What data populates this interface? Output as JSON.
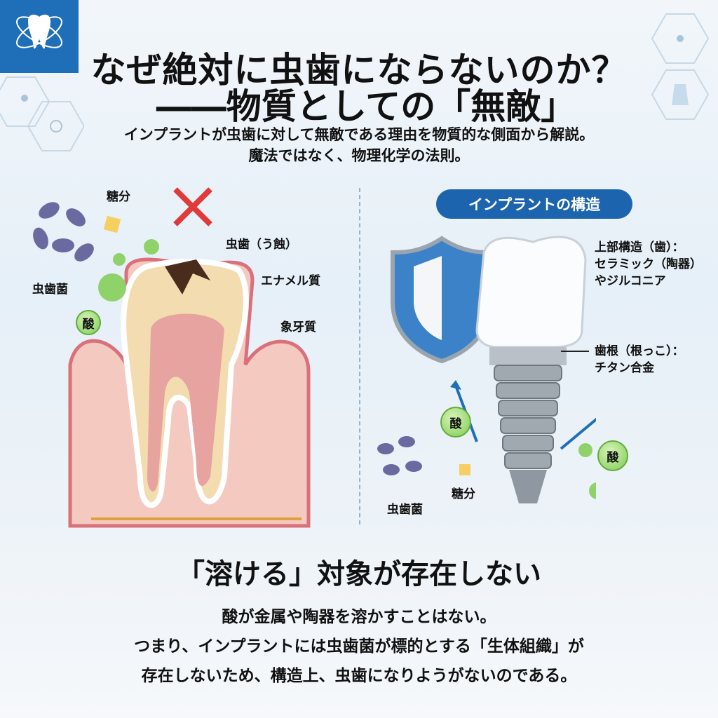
{
  "header": {
    "title_line1": "なぜ絶対に虫歯にならないのか？",
    "title_line2": "――物質としての「無敵」",
    "subtitle_line1": "インプラントが虫歯に対して無敵である理由を物質的な側面から解説。",
    "subtitle_line2": "魔法ではなく、物理化学の法則。"
  },
  "left_panel": {
    "sugar": "糖分",
    "bacteria": "虫歯菌",
    "acid": "酸",
    "caries": "虫歯（う蝕）",
    "enamel": "エナメル質",
    "dentin": "象牙質"
  },
  "right_panel": {
    "heading": "インプラントの構造",
    "crown_line1": "上部構造（歯）：",
    "crown_line2": "セラミック（陶器）",
    "crown_line3": "やジルコニア",
    "root_line1": "歯根（根っこ）：",
    "root_line2": "チタン合金",
    "acid1": "酸",
    "acid2": "酸",
    "bacteria": "虫歯菌",
    "sugar": "糖分"
  },
  "conclusion": {
    "heading": "「溶ける」対象が存在しない",
    "line1": "酸が金属や陶器を溶かすことはない。",
    "line2": "つまり、インプラントには虫歯菌が標的とする「生体組織」が",
    "line3": "存在しないため、構造上、虫歯になりようがないのである。"
  },
  "colors": {
    "brand": "#1f6fb8",
    "cross": "#e03a3a",
    "acid": "#7fcc55"
  }
}
